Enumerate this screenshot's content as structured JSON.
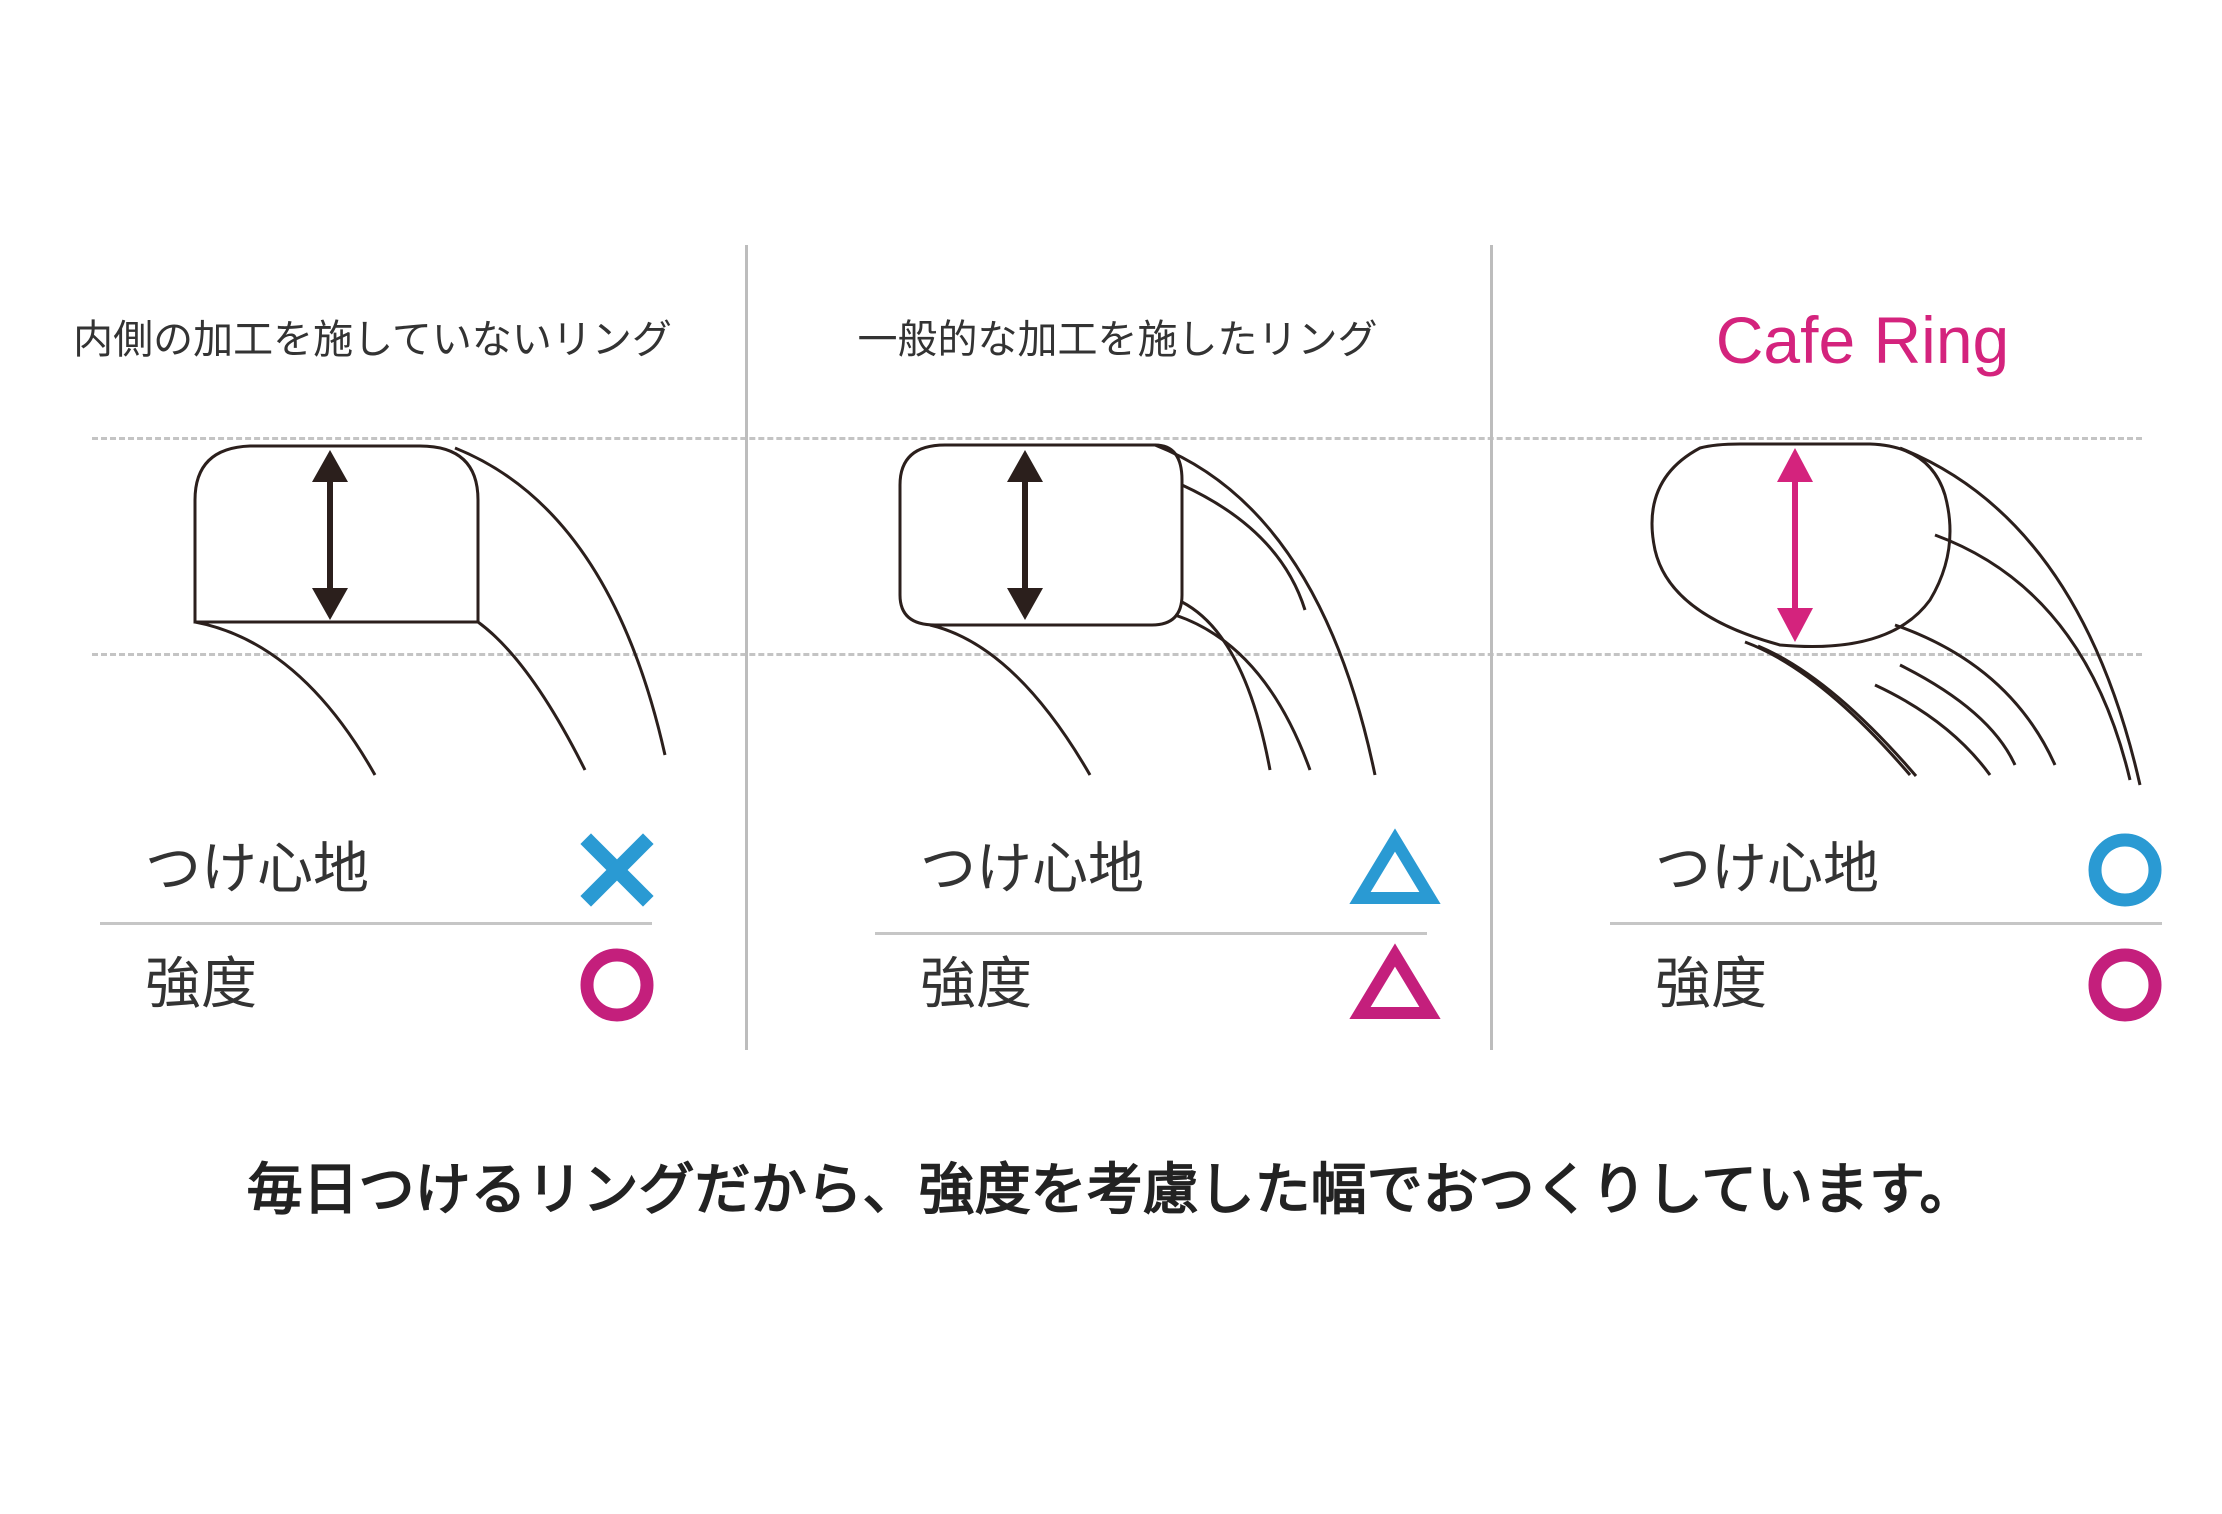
{
  "columns": [
    {
      "title": "内側の加工を施していないリング",
      "ratings": [
        {
          "label": "つけ心地",
          "mark": "cross",
          "color": "#2a9ad3"
        },
        {
          "label": "強度",
          "mark": "circle",
          "color": "#c41f7c"
        }
      ]
    },
    {
      "title": "一般的な加工を施したリング",
      "ratings": [
        {
          "label": "つけ心地",
          "mark": "triangle",
          "color": "#2a9ad3"
        },
        {
          "label": "強度",
          "mark": "triangle",
          "color": "#c41f7c"
        }
      ]
    },
    {
      "title": "Cafe Ring",
      "title_color": "#d4237d",
      "ratings": [
        {
          "label": "つけ心地",
          "mark": "circle",
          "color": "#2a9ad3"
        },
        {
          "label": "強度",
          "mark": "circle",
          "color": "#c41f7c"
        }
      ]
    }
  ],
  "arrow_colors": [
    "#2b1f1c",
    "#2b1f1c",
    "#d4237d"
  ],
  "footer_text": "毎日つけるリングだから、強度を考慮した幅でおつくりしています。"
}
